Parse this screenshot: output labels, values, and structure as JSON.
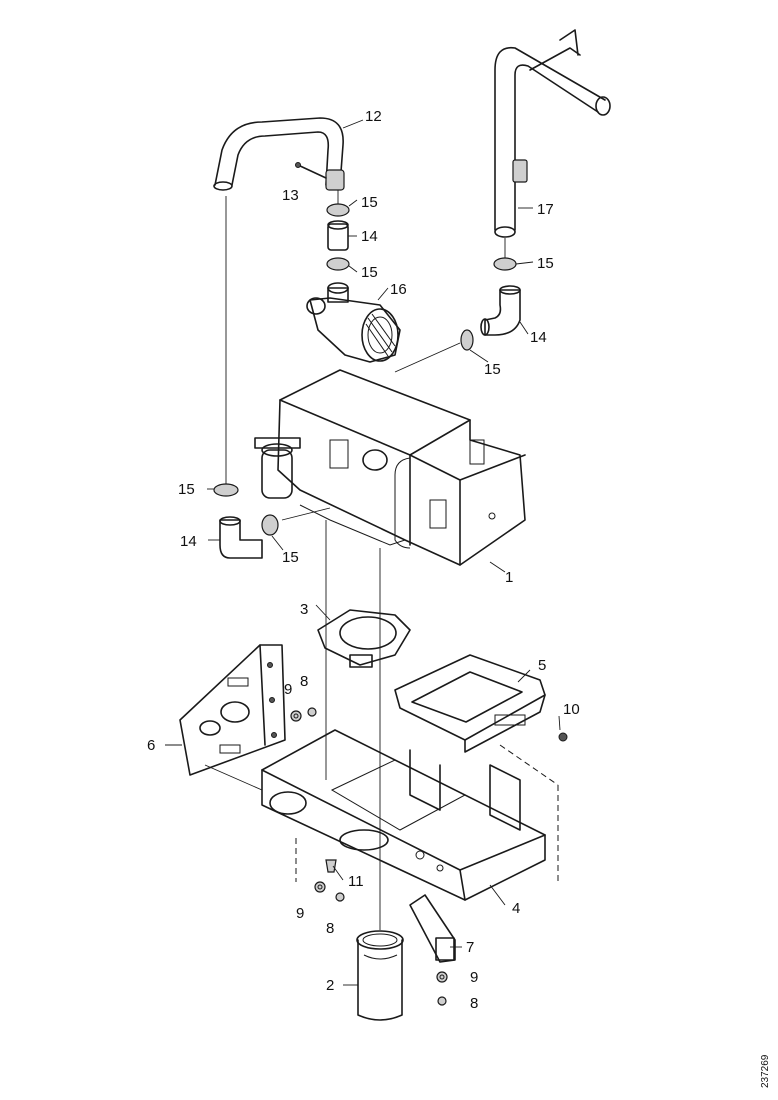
{
  "diagram": {
    "callouts": [
      {
        "key": "c1",
        "text": "1"
      },
      {
        "key": "c2",
        "text": "2"
      },
      {
        "key": "c3",
        "text": "3"
      },
      {
        "key": "c4",
        "text": "4"
      },
      {
        "key": "c5",
        "text": "5"
      },
      {
        "key": "c6",
        "text": "6"
      },
      {
        "key": "c7",
        "text": "7"
      },
      {
        "key": "c8a",
        "text": "8"
      },
      {
        "key": "c8b",
        "text": "8"
      },
      {
        "key": "c8c",
        "text": "8"
      },
      {
        "key": "c9a",
        "text": "9"
      },
      {
        "key": "c9b",
        "text": "9"
      },
      {
        "key": "c9c",
        "text": "9"
      },
      {
        "key": "c10",
        "text": "10"
      },
      {
        "key": "c11",
        "text": "11"
      },
      {
        "key": "c12",
        "text": "12"
      },
      {
        "key": "c13",
        "text": "13"
      },
      {
        "key": "c14a",
        "text": "14"
      },
      {
        "key": "c14b",
        "text": "14"
      },
      {
        "key": "c14c",
        "text": "14"
      },
      {
        "key": "c15a",
        "text": "15"
      },
      {
        "key": "c15b",
        "text": "15"
      },
      {
        "key": "c15c",
        "text": "15"
      },
      {
        "key": "c15d",
        "text": "15"
      },
      {
        "key": "c15e",
        "text": "15"
      },
      {
        "key": "c15f",
        "text": "15"
      },
      {
        "key": "c16",
        "text": "16"
      },
      {
        "key": "c17",
        "text": "17"
      }
    ],
    "reference_code": "237269"
  }
}
